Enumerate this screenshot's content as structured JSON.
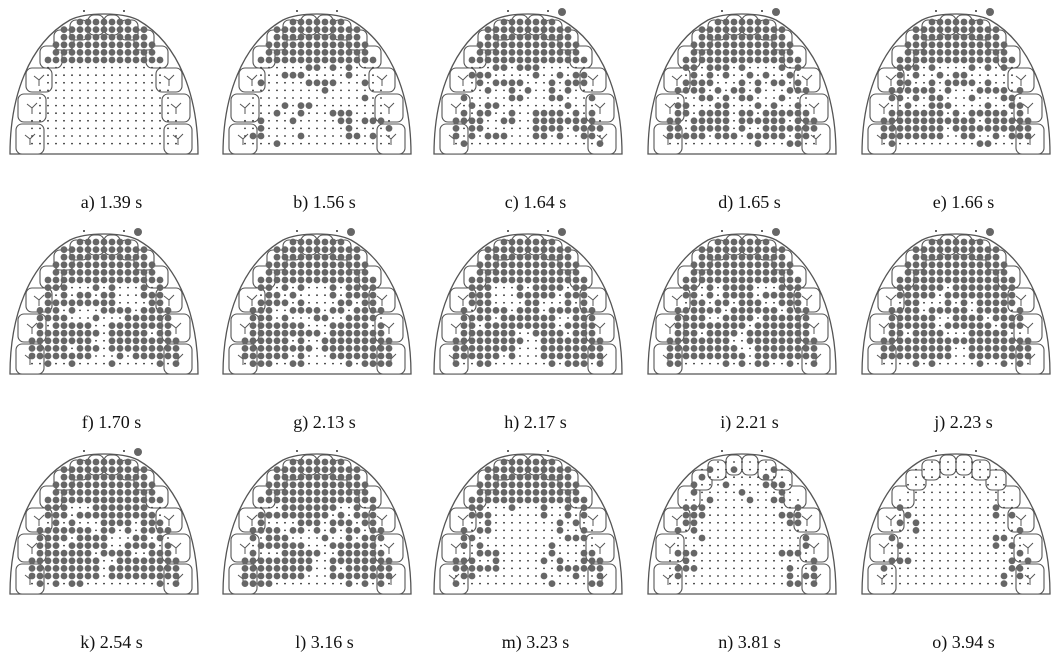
{
  "colors": {
    "outline": "#555555",
    "dot_active": "#666666",
    "dot_inactive": "#333333",
    "palate_fill": "#ffffff",
    "tooth_fill": "#ffffff",
    "caption": "#111111"
  },
  "panels": [
    {
      "label": "a) 1.39 s",
      "indicator": false,
      "pattern": {
        "front": 1.0,
        "mid": 0.0,
        "lateral": 0.0,
        "center": 0.0
      }
    },
    {
      "label": "b) 1.56 s",
      "indicator": false,
      "pattern": {
        "front": 1.0,
        "mid": 0.35,
        "lateral": 0.1,
        "center": 0.25
      }
    },
    {
      "label": "c) 1.64 s",
      "indicator": true,
      "pattern": {
        "front": 1.0,
        "mid": 0.5,
        "lateral": 0.55,
        "center": 0.35
      }
    },
    {
      "label": "d) 1.65 s",
      "indicator": true,
      "pattern": {
        "front": 1.0,
        "mid": 0.7,
        "lateral": 0.7,
        "center": 0.5
      }
    },
    {
      "label": "e) 1.66 s",
      "indicator": true,
      "pattern": {
        "front": 1.0,
        "mid": 0.75,
        "lateral": 0.75,
        "center": 0.6
      }
    },
    {
      "label": "f) 1.70 s",
      "indicator": true,
      "pattern": {
        "front": 1.0,
        "mid": 0.85,
        "lateral": 0.9,
        "center": 0.7
      }
    },
    {
      "label": "g) 2.13 s",
      "indicator": true,
      "pattern": {
        "front": 1.0,
        "mid": 0.9,
        "lateral": 0.95,
        "center": 0.45
      }
    },
    {
      "label": "h) 2.17 s",
      "indicator": true,
      "pattern": {
        "front": 1.0,
        "mid": 0.95,
        "lateral": 0.95,
        "center": 0.75
      }
    },
    {
      "label": "i) 2.21 s",
      "indicator": true,
      "pattern": {
        "front": 1.0,
        "mid": 0.95,
        "lateral": 1.0,
        "center": 0.85
      }
    },
    {
      "label": "j) 2.23 s",
      "indicator": true,
      "pattern": {
        "front": 1.0,
        "mid": 0.95,
        "lateral": 1.0,
        "center": 0.9
      }
    },
    {
      "label": "k) 2.54 s",
      "indicator": true,
      "pattern": {
        "front": 1.0,
        "mid": 0.95,
        "lateral": 0.95,
        "center": 0.8
      }
    },
    {
      "label": "l) 3.16 s",
      "indicator": false,
      "pattern": {
        "front": 1.0,
        "mid": 0.9,
        "lateral": 0.85,
        "center": 0.6
      }
    },
    {
      "label": "m) 3.23 s",
      "indicator": false,
      "pattern": {
        "front": 1.0,
        "mid": 0.3,
        "lateral": 0.7,
        "center": 0.0
      }
    },
    {
      "label": "n) 3.81 s",
      "indicator": false,
      "pattern": {
        "front": 0.25,
        "mid": 0.0,
        "lateral": 0.6,
        "center": 0.0
      }
    },
    {
      "label": "o) 3.94 s",
      "indicator": false,
      "pattern": {
        "front": 0.05,
        "mid": 0.0,
        "lateral": 0.45,
        "center": 0.0
      }
    }
  ]
}
